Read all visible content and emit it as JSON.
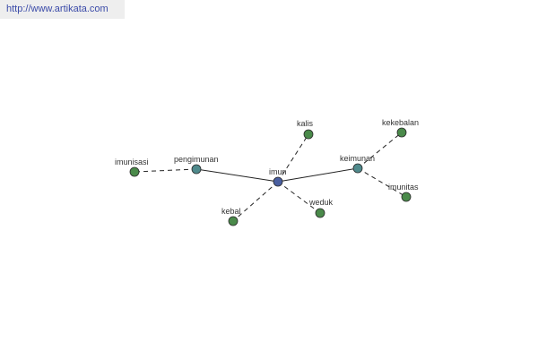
{
  "source_url": "http://www.artikata.com",
  "colors": {
    "center": "#4a5fa0",
    "primary": "#4f8a8c",
    "leaf": "#4a8a4a",
    "edge": "#222222"
  },
  "graph": {
    "center": "imun",
    "nodes": [
      {
        "id": "imun",
        "label": "imun",
        "kind": "center"
      },
      {
        "id": "pengimunan",
        "label": "pengimunan",
        "kind": "primary"
      },
      {
        "id": "keimunan",
        "label": "keimunan",
        "kind": "primary"
      },
      {
        "id": "imunisasi",
        "label": "imunisasi",
        "kind": "leaf"
      },
      {
        "id": "kalis",
        "label": "kalis",
        "kind": "leaf"
      },
      {
        "id": "kekebalan",
        "label": "kekebalan",
        "kind": "leaf"
      },
      {
        "id": "imunitas",
        "label": "imunitas",
        "kind": "leaf"
      },
      {
        "id": "kebal",
        "label": "kebal",
        "kind": "leaf"
      },
      {
        "id": "weduk",
        "label": "weduk",
        "kind": "leaf"
      }
    ],
    "edges": [
      {
        "from": "imun",
        "to": "pengimunan",
        "style": "solid"
      },
      {
        "from": "imun",
        "to": "keimunan",
        "style": "solid"
      },
      {
        "from": "pengimunan",
        "to": "imunisasi",
        "style": "dashed"
      },
      {
        "from": "imun",
        "to": "kalis",
        "style": "dashed"
      },
      {
        "from": "imun",
        "to": "kebal",
        "style": "dashed"
      },
      {
        "from": "imun",
        "to": "weduk",
        "style": "dashed"
      },
      {
        "from": "keimunan",
        "to": "kekebalan",
        "style": "dashed"
      },
      {
        "from": "keimunan",
        "to": "imunitas",
        "style": "dashed"
      }
    ]
  }
}
